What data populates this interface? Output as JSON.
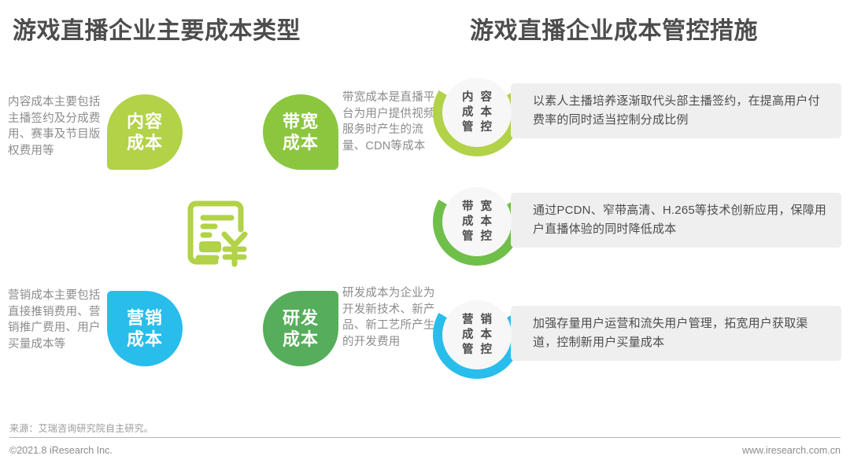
{
  "titles": {
    "left": "游戏直播企业主要成本类型",
    "right": "游戏直播企业成本管控措施"
  },
  "colors": {
    "title_text": "#4d4d4d",
    "body_text": "#8c8c8c",
    "content_green": "#b2d247",
    "bandwidth_green": "#8cc63f",
    "marketing_blue": "#29bdeb",
    "rd_green": "#56ad5b",
    "bubble_bg": "#efefef",
    "ring_inner_bg": "#f7f7f7"
  },
  "cost_types": [
    {
      "id": "content",
      "label_line1": "内容",
      "label_line2": "成本",
      "description": "内容成本主要包括主播签约及分成费用、赛事及节目版权费用等",
      "color": "#b2d247"
    },
    {
      "id": "bandwidth",
      "label_line1": "带宽",
      "label_line2": "成本",
      "description": "带宽成本是直播平台为用户提供视频服务时产生的流量、CDN等成本",
      "color": "#8cc63f"
    },
    {
      "id": "marketing",
      "label_line1": "营销",
      "label_line2": "成本",
      "description": "营销成本主要包括直接推销费用、营销推广费用、用户买量成本等",
      "color": "#29bdeb"
    },
    {
      "id": "rd",
      "label_line1": "研发",
      "label_line2": "成本",
      "description": "研发成本为企业为开发新技术、新产品、新工艺所产生的开发费用",
      "color": "#56ad5b"
    }
  ],
  "center_icon": "invoice-yuan-icon",
  "measures": [
    {
      "id": "content-control",
      "ring_line1": "内 容",
      "ring_line2": "成 本",
      "ring_line3": "管 控",
      "ring_color": "#b2d247",
      "text": "以素人主播培养逐渐取代头部主播签约，在提高用户付费率的同时适当控制分成比例"
    },
    {
      "id": "bandwidth-control",
      "ring_line1": "带 宽",
      "ring_line2": "成 本",
      "ring_line3": "管 控",
      "ring_color": "#6fbf4a",
      "text": "通过PCDN、窄带高清、H.265等技术创新应用，保障用户直播体验的同时降低成本"
    },
    {
      "id": "marketing-control",
      "ring_line1": "营 销",
      "ring_line2": "成 本",
      "ring_line3": "管 控",
      "ring_color": "#29bdeb",
      "text": "加强存量用户运营和流失用户管理，拓宽用户获取渠道，控制新用户买量成本"
    }
  ],
  "footer": {
    "source": "来源：艾瑞咨询研究院自主研究。",
    "copyright": "©2021.8 iResearch Inc.",
    "website": "www.iresearch.com.cn"
  }
}
